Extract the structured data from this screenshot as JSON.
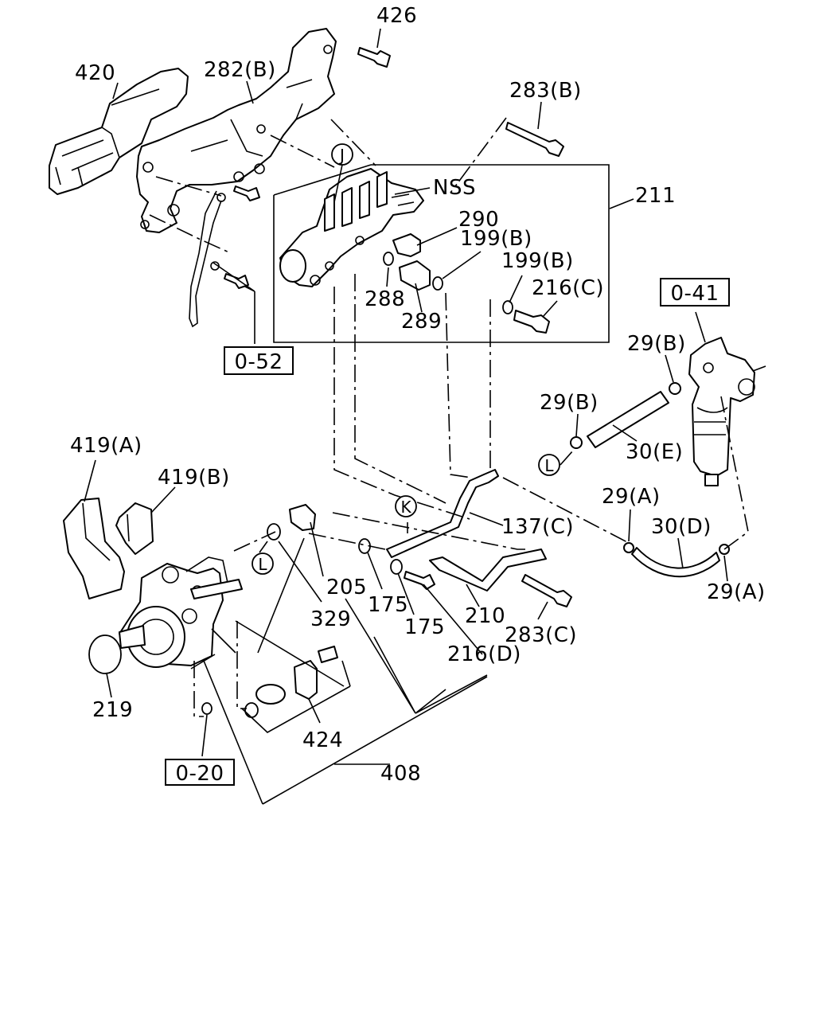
{
  "labels": {
    "p426": "426",
    "p420": "420",
    "p282b": "282(B)",
    "p283b": "283(B)",
    "nss": "NSS",
    "p211": "211",
    "p290": "290",
    "p199b_1": "199(B)",
    "p199b_2": "199(B)",
    "p216c": "216(C)",
    "p288": "288",
    "p289": "289",
    "ref052": "0-52",
    "ref041": "0-41",
    "p29b_1": "29(B)",
    "p29b_2": "29(B)",
    "p30e": "30(E)",
    "p419a": "419(A)",
    "p419b": "419(B)",
    "p29a_1": "29(A)",
    "p30d": "30(D)",
    "p29a_2": "29(A)",
    "p137c": "137(C)",
    "p205": "205",
    "p175_1": "175",
    "p175_2": "175",
    "p329": "329",
    "p210": "210",
    "p283c": "283(C)",
    "p216d": "216(D)",
    "p219": "219",
    "p424": "424",
    "ref020": "0-20",
    "p408": "408"
  },
  "callouts": {
    "j": "J",
    "k": "K",
    "l1": "L",
    "l2": "L"
  }
}
